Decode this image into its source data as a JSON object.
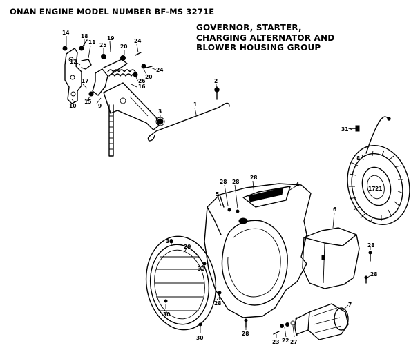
{
  "header": {
    "model_title": "ONAN ENGINE MODEL NUMBER BF-MS 3271E",
    "group_title_lines": [
      "GOVERNOR, STARTER,",
      "CHARGING ALTERNATOR AND",
      "BLOWER HOUSING GROUP"
    ]
  },
  "callouts": [
    {
      "id": "c14",
      "label": "14"
    },
    {
      "id": "c18",
      "label": "18"
    },
    {
      "id": "c11",
      "label": "11"
    },
    {
      "id": "c19",
      "label": "19"
    },
    {
      "id": "c25",
      "label": "25"
    },
    {
      "id": "c20a",
      "label": "20"
    },
    {
      "id": "c24a",
      "label": "24"
    },
    {
      "id": "c12",
      "label": "12"
    },
    {
      "id": "c24b",
      "label": "24"
    },
    {
      "id": "c20b",
      "label": "20"
    },
    {
      "id": "c26",
      "label": "26"
    },
    {
      "id": "c16",
      "label": "16"
    },
    {
      "id": "c17",
      "label": "17"
    },
    {
      "id": "c10",
      "label": "10"
    },
    {
      "id": "c15",
      "label": "15"
    },
    {
      "id": "c9",
      "label": "9"
    },
    {
      "id": "c2",
      "label": "2"
    },
    {
      "id": "c1",
      "label": "1"
    },
    {
      "id": "c3",
      "label": "3"
    },
    {
      "id": "c31",
      "label": "31"
    },
    {
      "id": "c8",
      "label": "8"
    },
    {
      "id": "c17b",
      "label": "17"
    },
    {
      "id": "c21",
      "label": "21"
    },
    {
      "id": "c28a",
      "label": "28"
    },
    {
      "id": "c28b",
      "label": "28"
    },
    {
      "id": "c28c",
      "label": "28"
    },
    {
      "id": "c4",
      "label": "4"
    },
    {
      "id": "c5",
      "label": "5"
    },
    {
      "id": "c6",
      "label": "6"
    },
    {
      "id": "c28d",
      "label": "28"
    },
    {
      "id": "c30a",
      "label": "30"
    },
    {
      "id": "c29",
      "label": "29"
    },
    {
      "id": "c30b",
      "label": "30"
    },
    {
      "id": "c28e",
      "label": "28"
    },
    {
      "id": "c30c",
      "label": "30"
    },
    {
      "id": "c28f",
      "label": "28"
    },
    {
      "id": "c7",
      "label": "7"
    },
    {
      "id": "c28g",
      "label": "28"
    },
    {
      "id": "c30d",
      "label": "30"
    },
    {
      "id": "c23",
      "label": "23"
    },
    {
      "id": "c22",
      "label": "22"
    },
    {
      "id": "c27",
      "label": "27"
    }
  ]
}
